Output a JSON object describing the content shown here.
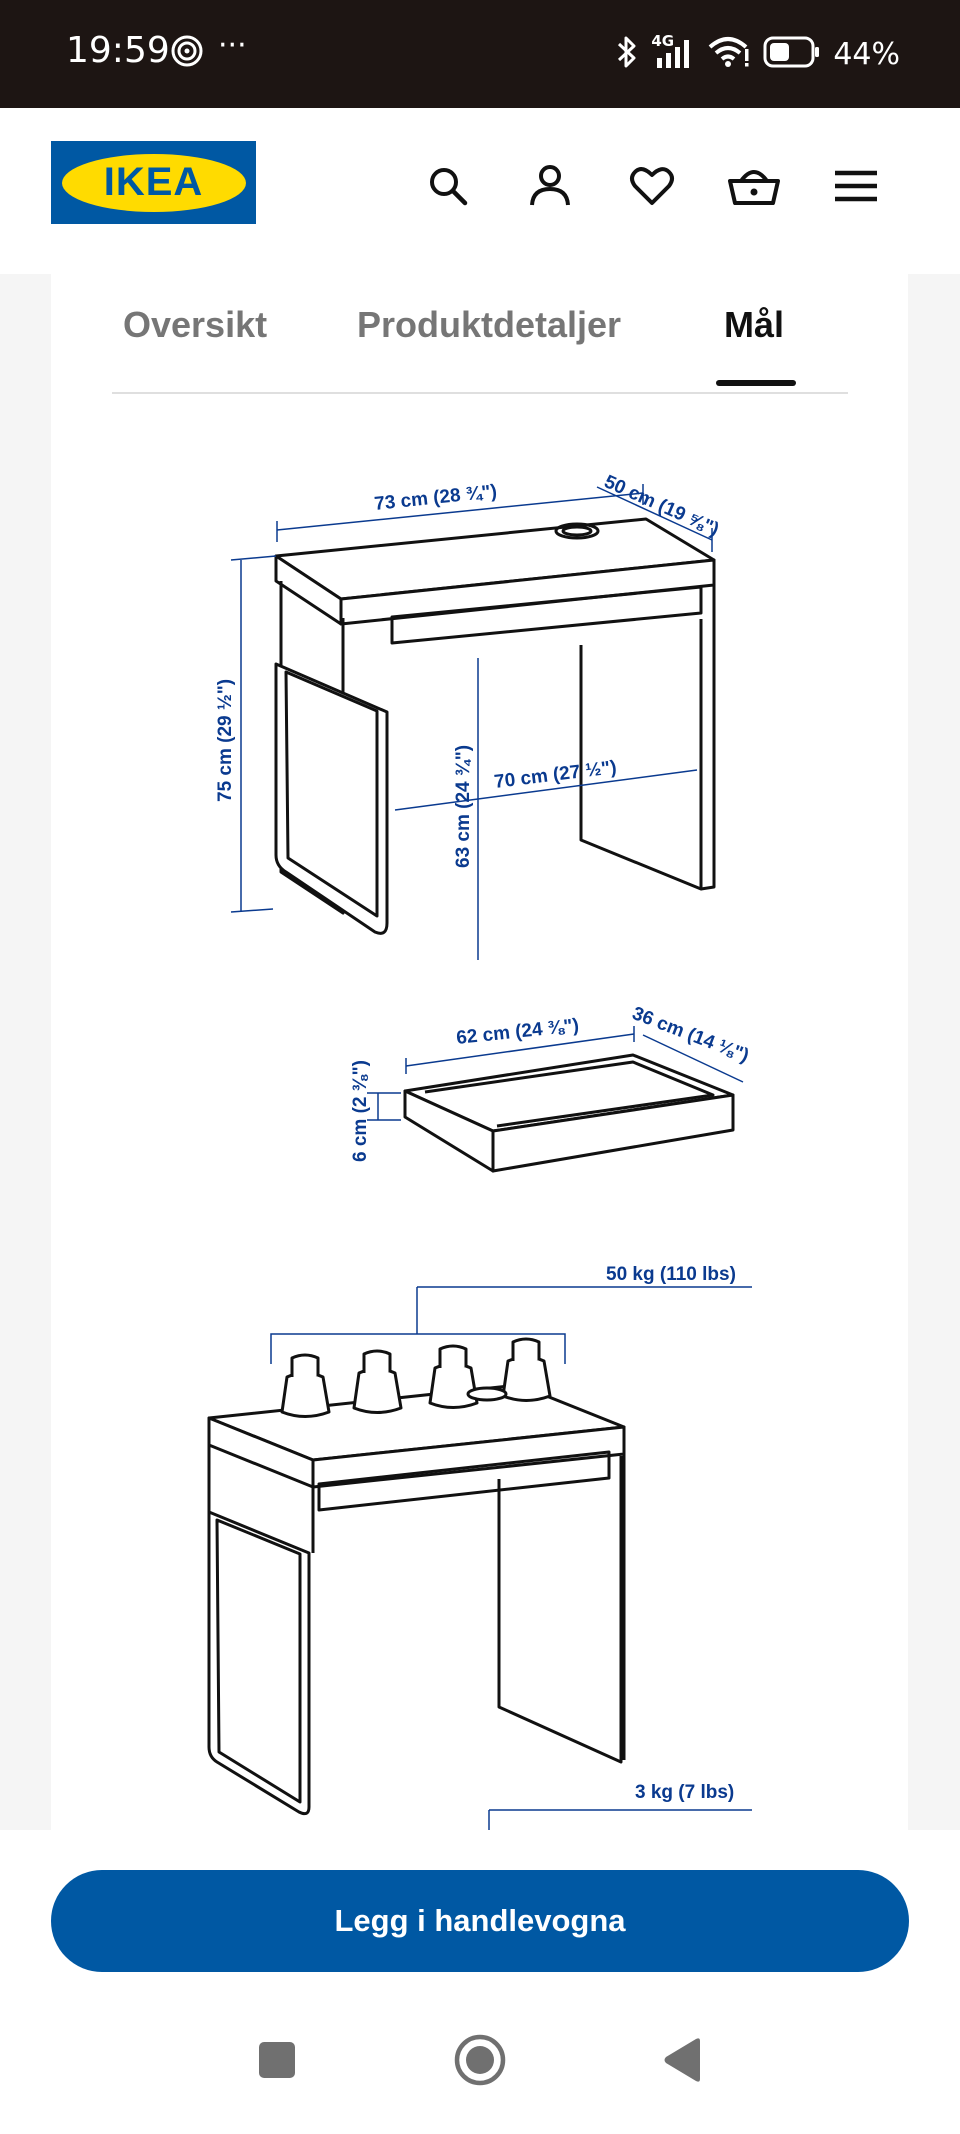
{
  "status_bar": {
    "time": "19:59",
    "dots": "···",
    "network": "4G",
    "battery": "44%"
  },
  "header": {
    "logo_text": "IKEA",
    "icons": [
      "search-icon",
      "account-icon",
      "heart-icon",
      "cart-icon",
      "menu-icon"
    ]
  },
  "tabs": [
    {
      "label": "Oversikt",
      "active": false
    },
    {
      "label": "Produktdetaljer",
      "active": false
    },
    {
      "label": "Mål",
      "active": true
    }
  ],
  "dimensions": {
    "desk": {
      "width": "73 cm (28 ¾\")",
      "depth": "50 cm (19 ⅝\")",
      "height": "75 cm (29 ½\")",
      "inner_height": "63 cm (24 ¾\")",
      "inner_width": "70 cm (27 ½\")"
    },
    "drawer": {
      "width": "62 cm (24 ⅜\")",
      "depth": "36 cm (14 ⅛\")",
      "height": "6 cm (2 ⅜\")"
    },
    "load": {
      "tabletop": "50 kg (110 lbs)",
      "drawer": "3 kg (7 lbs)"
    }
  },
  "actions": {
    "add_to_cart": "Legg i handlevogna"
  },
  "colors": {
    "ikea_blue": "#0058a3",
    "ikea_yellow": "#ffdb00",
    "status_bar": "#1d1513",
    "dimension_text": "#0a3a8f"
  }
}
